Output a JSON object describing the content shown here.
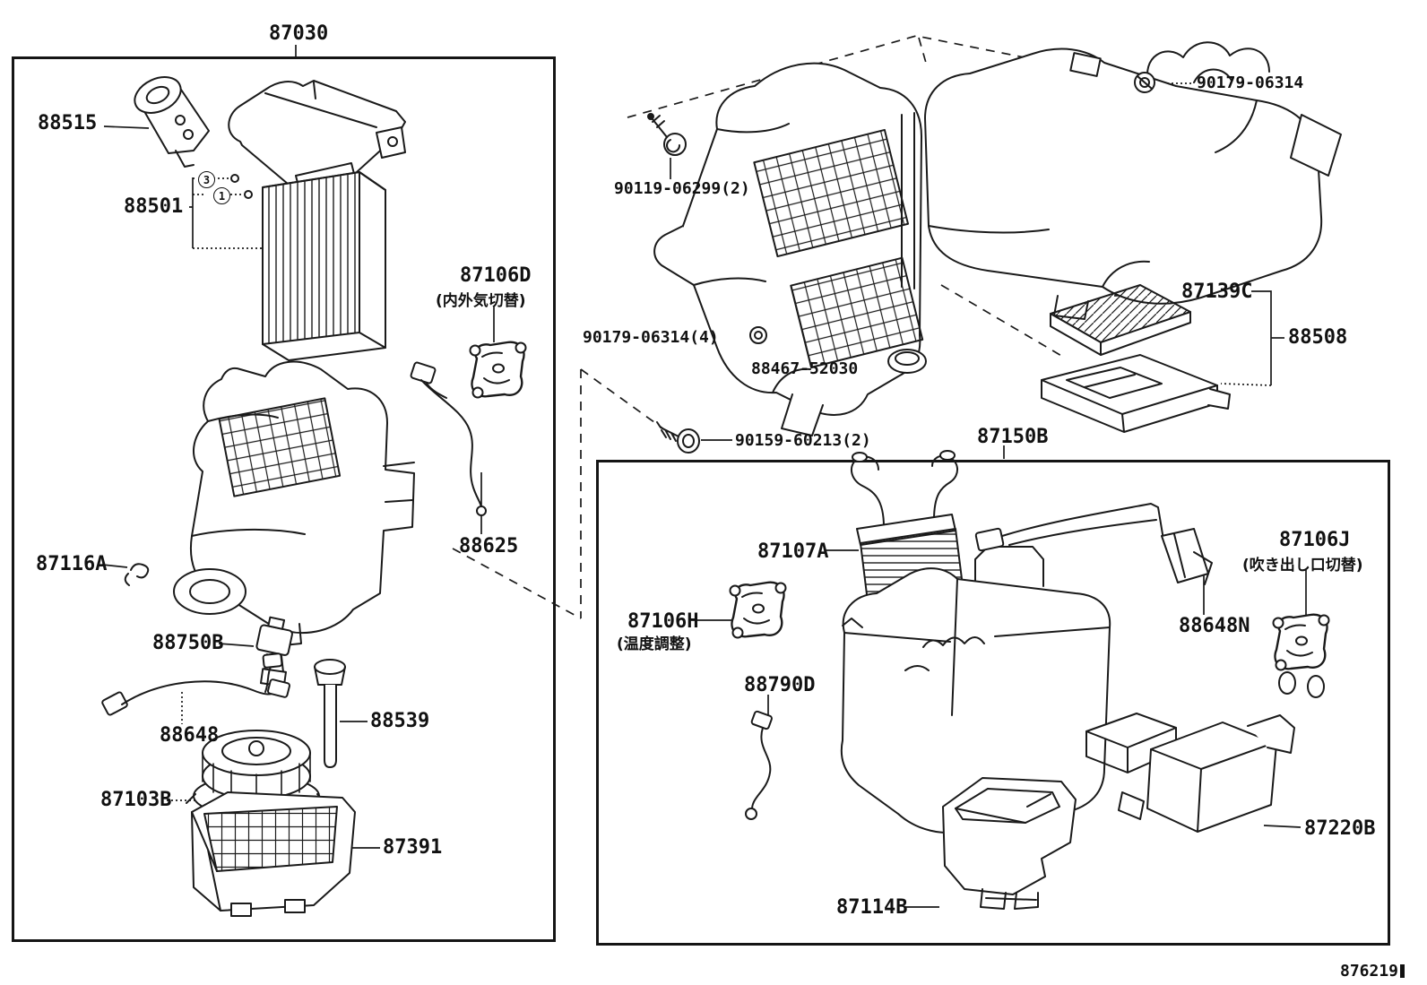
{
  "page": {
    "code": "876219"
  },
  "colors": {
    "line": "#1a1a1a",
    "background": "#ffffff"
  },
  "callouts": [
    {
      "text": "3"
    },
    {
      "text": "1"
    }
  ],
  "labels": {
    "l87030": "87030",
    "l88515": "88515",
    "l88501": "88501",
    "l87106d": "87106D",
    "l87106d_jp": "(内外気切替)",
    "l88625": "88625",
    "l87116a": "87116A",
    "l88750b": "88750B",
    "l88648": "88648",
    "l88539": "88539",
    "l87103b": "87103B",
    "l87391": "87391",
    "l90179_06314": "90179-06314",
    "l90119_06299": "90119-06299(2)",
    "l90179_06314_4": "90179-06314(4)",
    "l88467_52030": "88467-52030",
    "l87139c": "87139C",
    "l88508": "88508",
    "l90159_60213": "90159-60213(2)",
    "l87150b": "87150B",
    "l87107a": "87107A",
    "l87106h": "87106H",
    "l87106h_jp": "(温度調整)",
    "l88790d": "88790D",
    "l88648n": "88648N",
    "l87106j": "87106J",
    "l87106j_jp": "(吹き出し口切替)",
    "l87114b": "87114B",
    "l87220b": "87220B"
  }
}
